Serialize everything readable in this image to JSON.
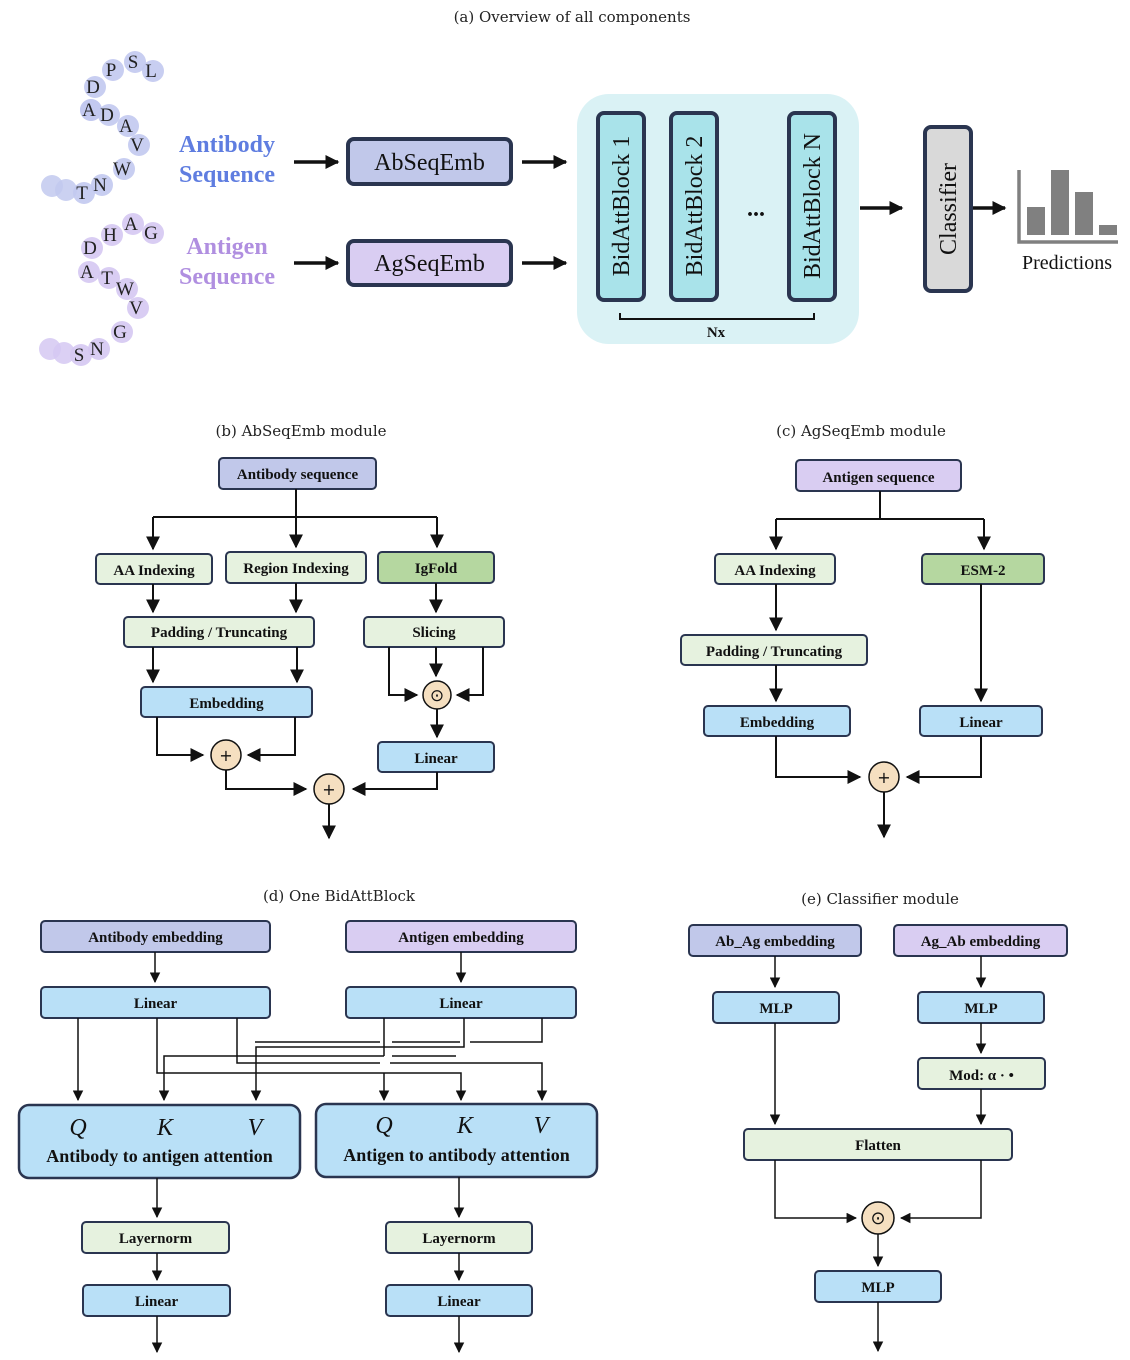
{
  "panel_a": {
    "caption": "(a) Overview of all components",
    "ab_label_line1": "Antibody",
    "ab_label_line2": "Sequence",
    "ag_label_line1": "Antigen",
    "ag_label_line2": "Sequence",
    "ab_letters": [
      "D",
      "P",
      "S",
      "L",
      "D",
      "A",
      "D",
      "A",
      "V",
      "W",
      "T",
      "N"
    ],
    "ag_letters": [
      "H",
      "A",
      "G",
      "D",
      "A",
      "T",
      "W",
      "V",
      "G",
      "S",
      "N"
    ],
    "abseqemb": "AbSeqEmb",
    "agseqemb": "AgSeqEmb",
    "block1": "BidAttBlock 1",
    "block2": "BidAttBlock 2",
    "ellipsis": "...",
    "blockN": "BidAttBlock N",
    "nx": "Nx",
    "classifier": "Classifier",
    "predictions": "Predictions",
    "colors": {
      "antibody": "#5f7de0",
      "antigen": "#b08fe0",
      "pool_bg": "#daf2f5",
      "block_fill": "#a9e3ea"
    }
  },
  "panel_b": {
    "caption": "(b) AbSeqEmb module",
    "input": "Antibody sequence",
    "aa_indexing": "AA Indexing",
    "region_indexing": "Region Indexing",
    "igfold": "IgFold",
    "padding": "Padding / Truncating",
    "slicing": "Slicing",
    "embedding": "Embedding",
    "linear": "Linear",
    "odot": "⊙",
    "plus": "+"
  },
  "panel_c": {
    "caption": "(c) AgSeqEmb module",
    "input": "Antigen sequence",
    "aa_indexing": "AA Indexing",
    "esm2": "ESM-2",
    "padding": "Padding / Truncating",
    "embedding": "Embedding",
    "linear": "Linear",
    "plus": "+"
  },
  "panel_d": {
    "caption": "(d) One BidAttBlock",
    "ab_emb": "Antibody embedding",
    "ag_emb": "Antigen embedding",
    "linear": "Linear",
    "q": "Q",
    "k": "K",
    "v": "V",
    "ab_att": "Antibody to antigen attention",
    "ag_att": "Antigen to antibody attention",
    "layernorm": "Layernorm"
  },
  "panel_e": {
    "caption": "(e) Classifier module",
    "ab_ag": "Ab_Ag embedding",
    "ag_ab": "Ag_Ab embedding",
    "mlp": "MLP",
    "mod": "Mod: α · •",
    "flatten": "Flatten",
    "odot": "⊙"
  },
  "box_colors": {
    "blue": "#b9e0f7",
    "green_light": "#e6f2df",
    "green": "#b5d7a0",
    "antibody": "#c1c8ea",
    "antigen": "#d9cdf2",
    "op": "#f5dfc0",
    "classifier": "#d9d9d9"
  }
}
